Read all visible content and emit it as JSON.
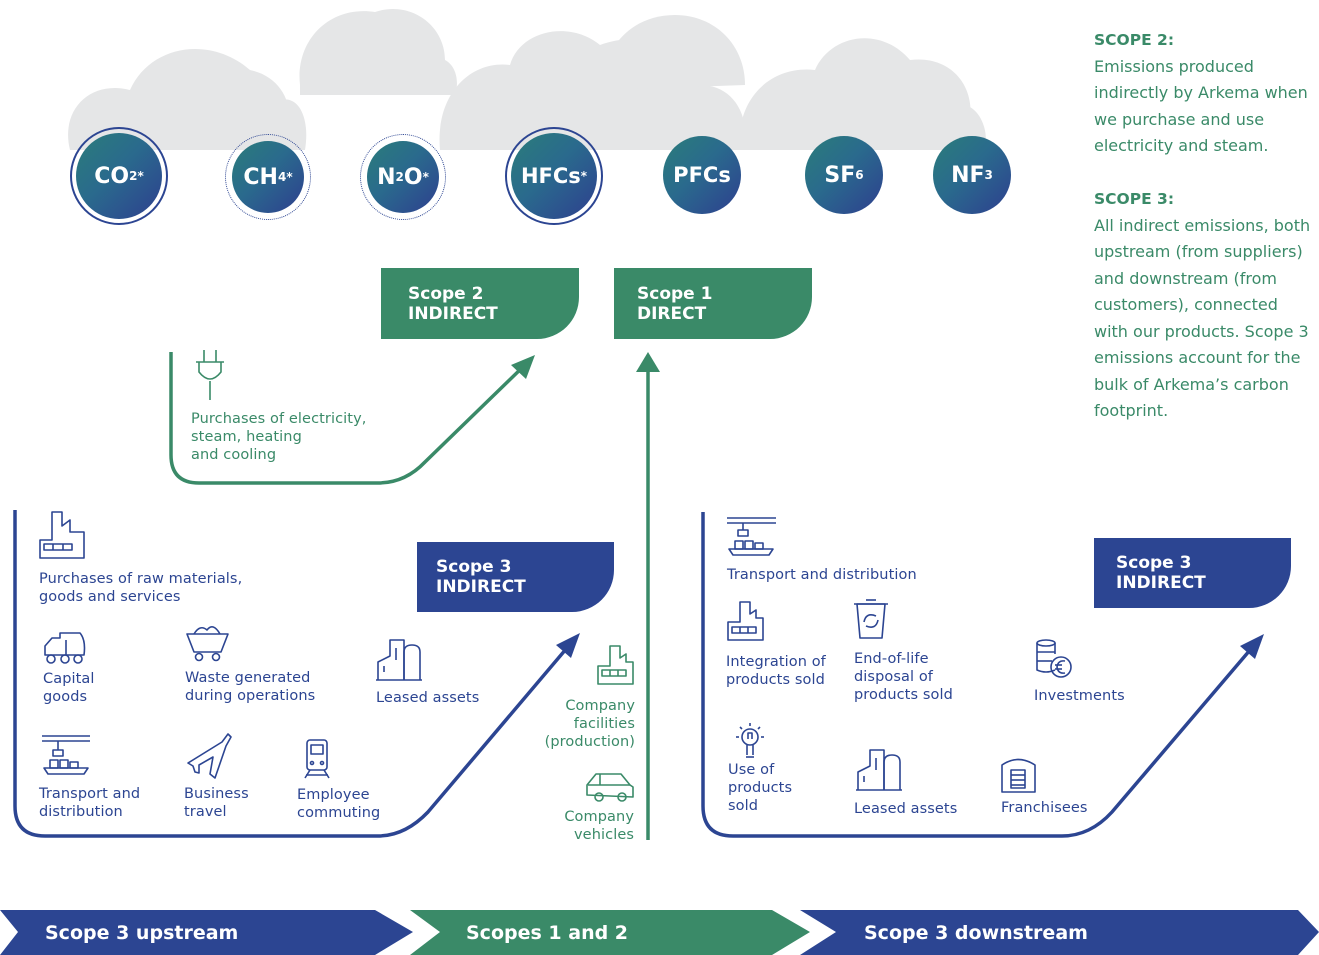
{
  "gases": [
    {
      "main": "CO",
      "sub": "2",
      "star": "*"
    },
    {
      "main": "CH",
      "sub": "4",
      "star": "*"
    },
    {
      "main": "N",
      "sub": "2",
      "tail": "O",
      "star": "*"
    },
    {
      "main": "HFCs",
      "star": "*"
    },
    {
      "main": "PFCs"
    },
    {
      "main": "SF",
      "sub": "6"
    },
    {
      "main": "NF",
      "sub": "3"
    }
  ],
  "tags": {
    "scope2": {
      "line1": "Scope 2",
      "line2": "INDIRECT"
    },
    "scope1": {
      "line1": "Scope 1",
      "line2": "DIRECT"
    },
    "scope3_up": {
      "line1": "Scope 3",
      "line2": "INDIRECT"
    },
    "scope3_down": {
      "line1": "Scope 3",
      "line2": "INDIRECT"
    }
  },
  "notes": {
    "scope2_head": "SCOPE 2:",
    "scope2_lines": [
      "Emissions produced",
      "indirectly by Arkema when",
      "we purchase and use",
      "electricity and steam."
    ],
    "scope3_head": "SCOPE 3:",
    "scope3_lines": [
      "All indirect emissions, both",
      "upstream (from suppliers)",
      "and downstream (from",
      "customers), connected",
      "with our products. Scope 3",
      "emissions account for the",
      "bulk of Arkema’s carbon",
      "footprint."
    ]
  },
  "labels": {
    "electricity": [
      "Purchases of electricity,",
      "steam, heating",
      "and cooling"
    ],
    "raw_materials": [
      "Purchases of raw materials,",
      "goods and services"
    ],
    "capital_goods": [
      "Capital",
      "goods"
    ],
    "waste": [
      "Waste generated",
      "during operations"
    ],
    "leased_up": [
      "Leased assets"
    ],
    "transport_up": [
      "Transport and",
      "distribution"
    ],
    "business_travel": [
      "Business",
      "travel"
    ],
    "commuting": [
      "Employee",
      "commuting"
    ],
    "facilities": [
      "Company",
      "facilities",
      "(production)"
    ],
    "vehicles": [
      "Company",
      "vehicles"
    ],
    "transport_down": [
      "Transport and distribution"
    ],
    "integration": [
      "Integration of",
      "products sold"
    ],
    "end_of_life": [
      "End-of-life",
      "disposal of",
      "products sold"
    ],
    "investments": [
      "Investments"
    ],
    "use_of_products": [
      "Use of",
      "products",
      "sold"
    ],
    "leased_down": [
      "Leased assets"
    ],
    "franchisees": [
      "Franchisees"
    ]
  },
  "bands": {
    "upstream": "Scope 3 upstream",
    "middle": "Scopes 1 and 2",
    "downstream": "Scope 3 downstream"
  },
  "colors": {
    "blue": "#2c4592",
    "green": "#3a8a68",
    "cloud": "#e4e5e6"
  }
}
